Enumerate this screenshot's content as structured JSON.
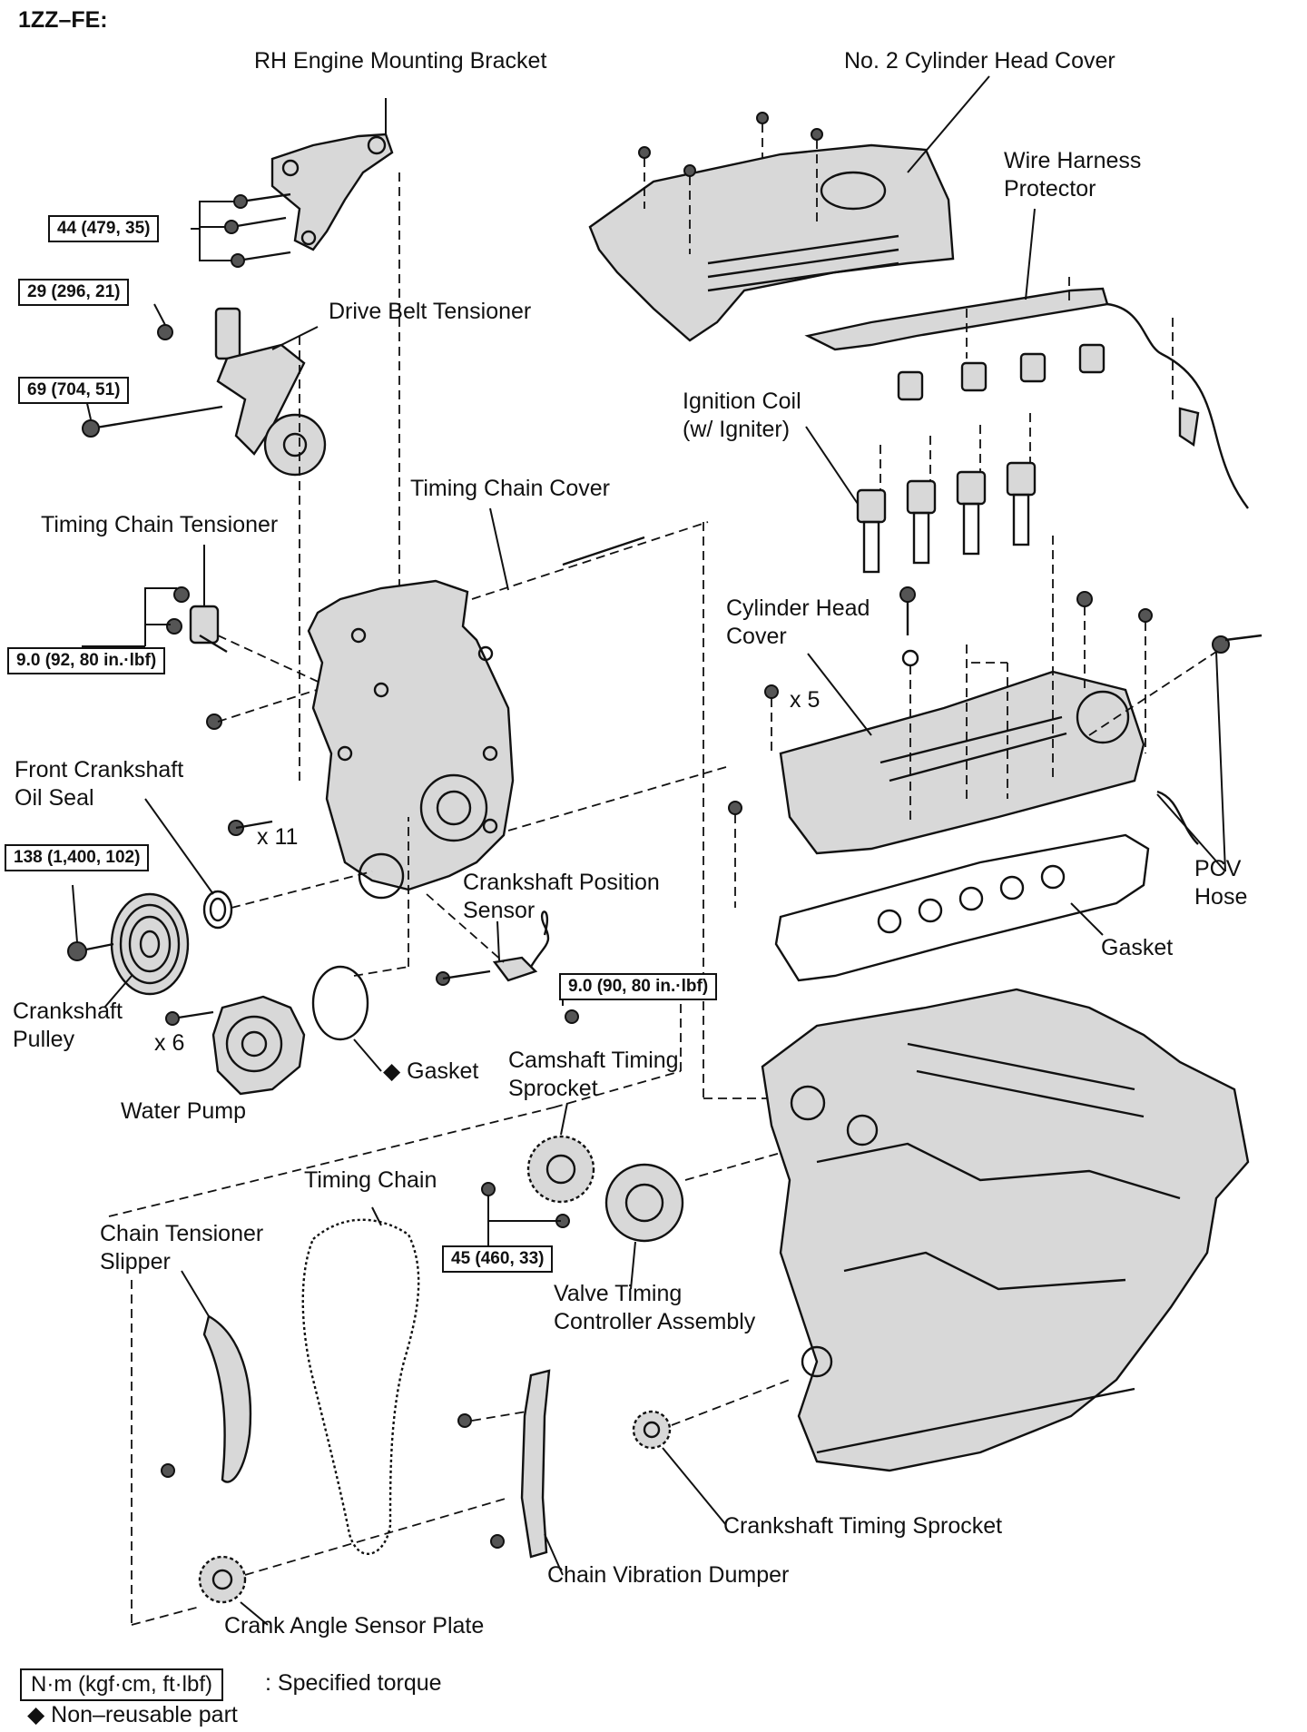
{
  "header": {
    "engine_code": "1ZZ–FE:"
  },
  "labels": {
    "rh_bracket": [
      "RH Engine Mounting Bracket"
    ],
    "no2_head_cover": [
      "No. 2 Cylinder Head Cover"
    ],
    "wire_harness": [
      "Wire Harness",
      "Protector"
    ],
    "drive_belt_tensioner": [
      "Drive Belt Tensioner"
    ],
    "ignition_coil": [
      "Ignition Coil",
      "(w/ Igniter)"
    ],
    "timing_chain_cover": [
      "Timing Chain Cover"
    ],
    "timing_chain_tensioner": [
      "Timing Chain Tensioner"
    ],
    "cylinder_head_cover": [
      "Cylinder Head",
      "Cover"
    ],
    "front_oil_seal": [
      "Front Crankshaft",
      "Oil Seal"
    ],
    "crank_pos_sensor": [
      "Crankshaft Position",
      "Sensor"
    ],
    "pcv_hose": [
      "PCV",
      "Hose"
    ],
    "gasket_head": [
      "Gasket"
    ],
    "crankshaft_pulley": [
      "Crankshaft",
      "Pulley"
    ],
    "gasket_pump": [
      "◆ Gasket"
    ],
    "camshaft_sprocket": [
      "Camshaft Timing",
      "Sprocket"
    ],
    "water_pump": [
      "Water Pump"
    ],
    "timing_chain": [
      "Timing Chain"
    ],
    "chain_tensioner_slipper": [
      "Chain Tensioner",
      "Slipper"
    ],
    "valve_timing_controller": [
      "Valve Timing",
      "Controller Assembly"
    ],
    "crankshaft_sprocket": [
      "Crankshaft Timing Sprocket"
    ],
    "chain_vibration_dumper": [
      "Chain Vibration Dumper"
    ],
    "crank_angle_plate": [
      "Crank Angle Sensor Plate"
    ]
  },
  "torques": {
    "bracket": "44 (479, 35)",
    "tensioner_nut": "29 (296, 21)",
    "tensioner_bolt": "69 (704, 51)",
    "chain_tensioner": "9.0 (92, 80 in.·lbf)",
    "pulley": "138 (1,400, 102)",
    "sensor": "9.0 (90, 80 in.·lbf)",
    "cam_sprocket": "45 (460, 33)"
  },
  "counts": {
    "cover_bolts": "x 11",
    "head_cover_bolts": "x 5",
    "pump_bolts": "x 6"
  },
  "legend": {
    "torque_unit": "N·m (kgf·cm, ft·lbf)",
    "torque_text": ": Specified torque",
    "nonreusable": "◆ Non–reusable part"
  }
}
